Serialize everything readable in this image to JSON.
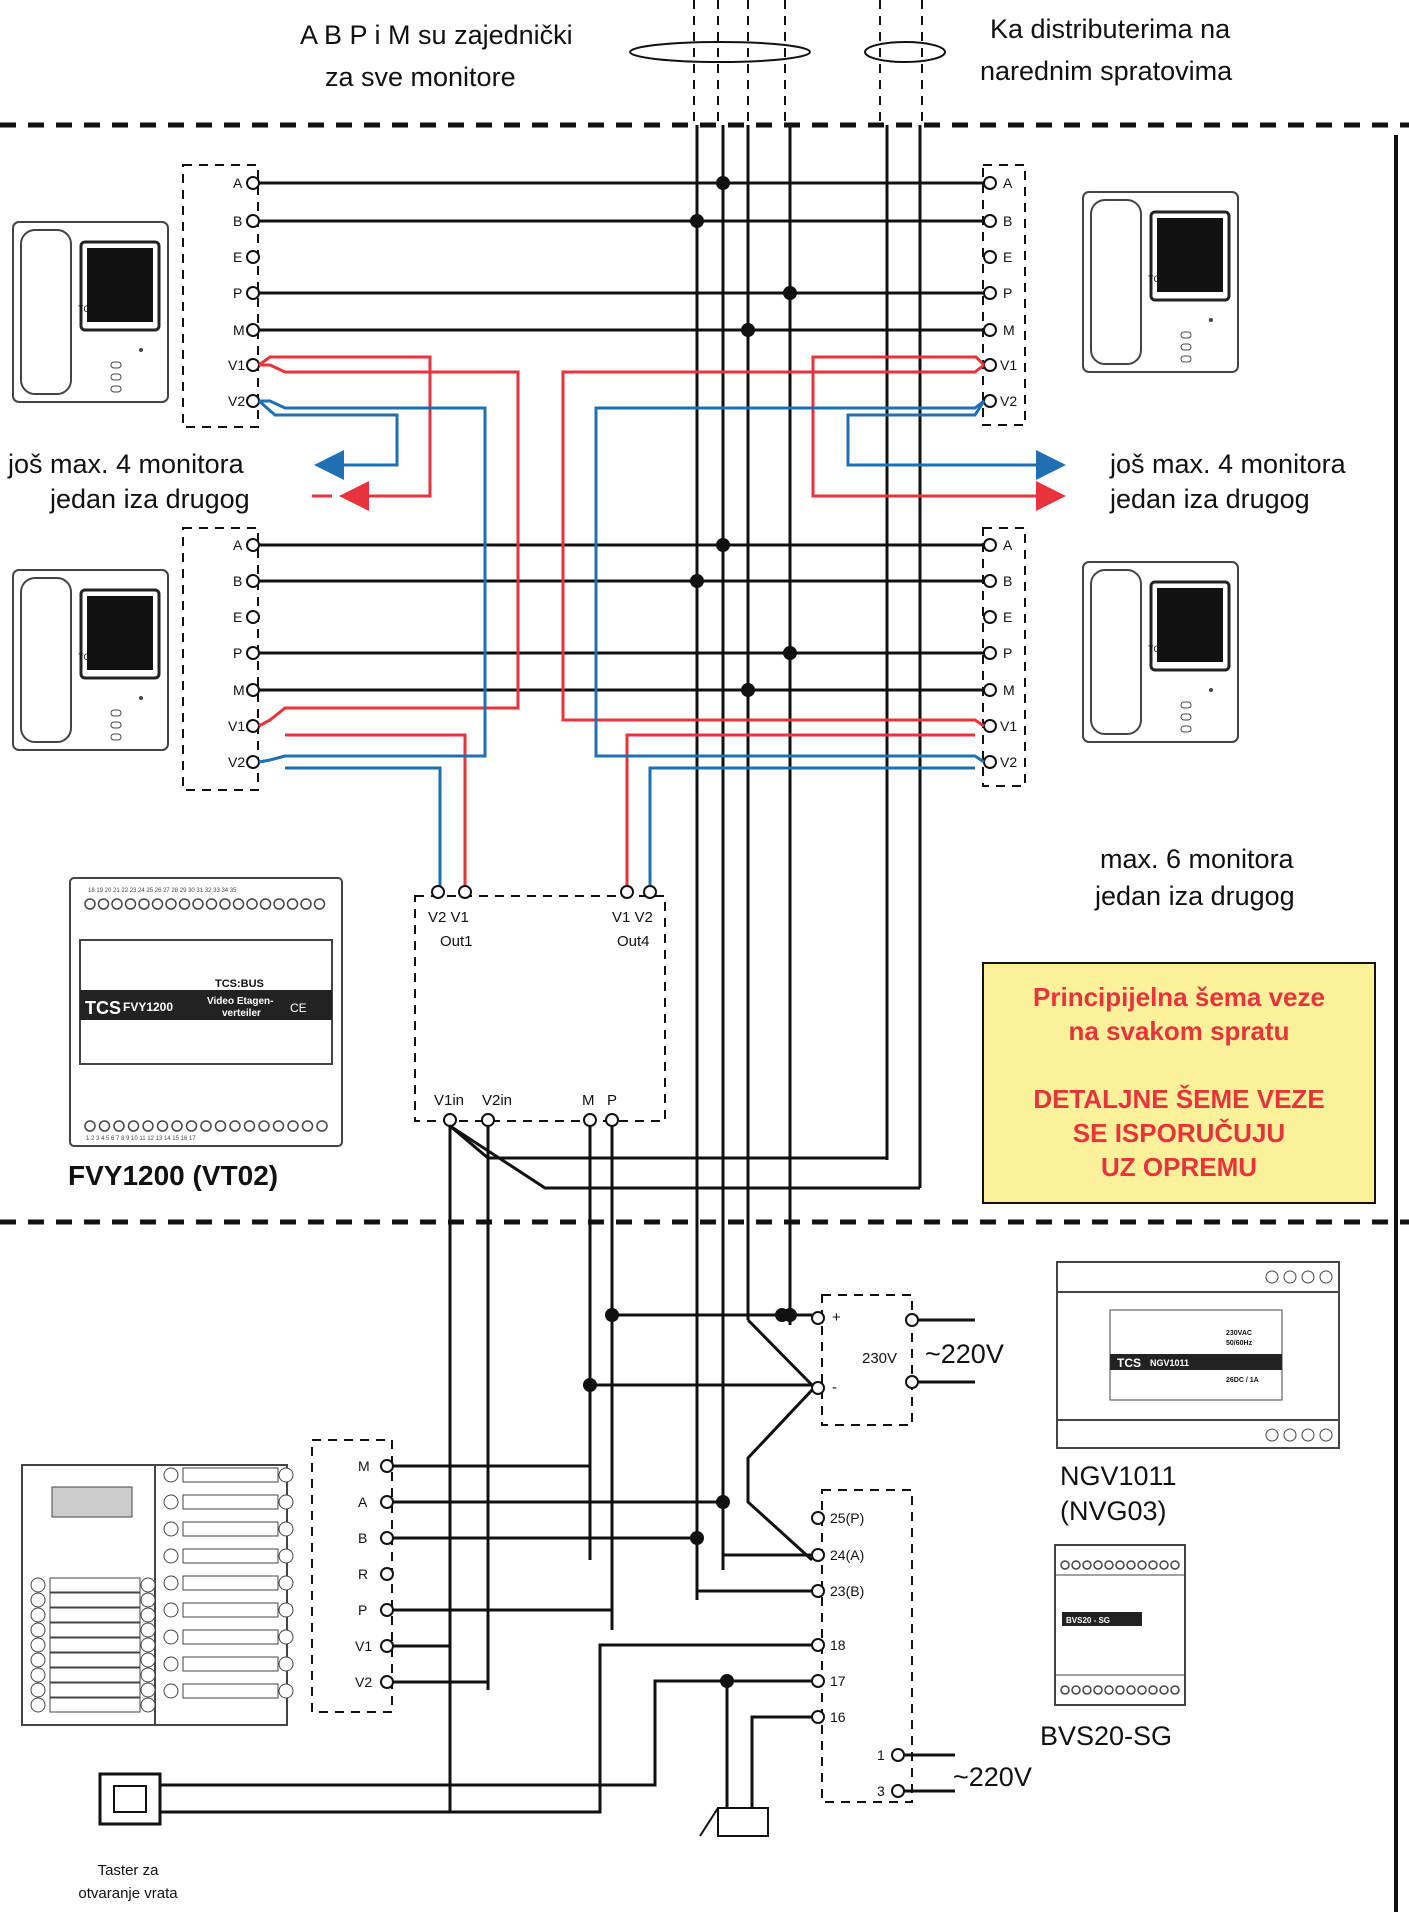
{
  "header": {
    "left_line1": "A B P i M su zajednički",
    "left_line2": "za sve monitore",
    "right_line1": "Ka distributerima na",
    "right_line2": "narednim spratovima"
  },
  "terminals": {
    "A": "A",
    "B": "B",
    "E": "E",
    "P": "P",
    "M": "M",
    "V1": "V1",
    "V2": "V2",
    "R": "R"
  },
  "monitor_brand": "TCS",
  "branch_labels": {
    "line1": "još max. 4 monitora",
    "line2": "jedan iza drugog"
  },
  "max_monitors": {
    "line1": "max. 6 monitora",
    "line2": "jedan iza drugog"
  },
  "distributor": {
    "out1_top": "V2 V1",
    "out1_name": "Out1",
    "out4_top": "V1 V2",
    "out4_name": "Out4",
    "v1in": "V1in",
    "v2in": "V2in",
    "m": "M",
    "p": "P"
  },
  "fvy_device": {
    "top_numbers": "18 19 20 21 22 23 24 25 26 27 28 29 30 31 32 33 34 35",
    "brand": "TCS",
    "model": "FVY1200",
    "bus": "TCS:BUS",
    "desc1": "Video Etagen-",
    "desc2": "verteiler",
    "ce": "CE",
    "bottom_numbers": "1 2 3 4 5 6 7 8 9 10 11 12 13 14 15 16 17",
    "caption": "FVY1200 (VT02)"
  },
  "note_box": {
    "line1": "Principijelna šema veze",
    "line2": "na svakom spratu",
    "line3": "DETALJNE ŠEME VEZE",
    "line4": "SE ISPORUČUJU",
    "line5": "UZ OPREMU",
    "bg": "#fbf19a",
    "color": "#e8323c"
  },
  "power_supply": {
    "plus": "+",
    "minus": "-",
    "voltage_label": "230V",
    "mains": "~220V"
  },
  "ngv_device": {
    "brand": "TCS",
    "model": "NGV1011",
    "spec1": "230VAC",
    "spec2": "50/60Hz",
    "spec3": "26DC / 1A",
    "caption1": "NGV1011",
    "caption2": "(NVG03)"
  },
  "bvs_device": {
    "caption": "BVS20-SG",
    "model": "BVS20 - SG"
  },
  "controller_terminals": {
    "t25": "25(P)",
    "t24": "24(A)",
    "t23": "23(B)",
    "t18": "18",
    "t17": "17",
    "t16": "16",
    "t1": "1",
    "t3": "3",
    "mains": "~220V"
  },
  "door_button": {
    "line1": "Taster za",
    "line2": "otvaranje vrata"
  },
  "colors": {
    "red_wire": "#e8323c",
    "blue_wire": "#1f6fb3",
    "note_bg": "#fbf19a"
  }
}
